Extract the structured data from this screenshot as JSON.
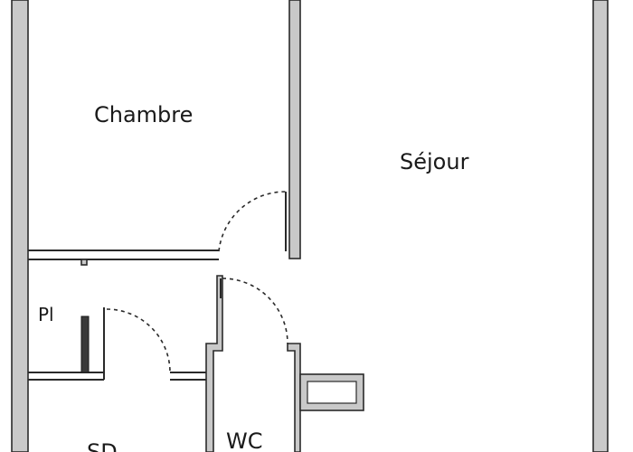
{
  "rooms": {
    "chambre": "Chambre",
    "sejour": "Séjour",
    "placard": "Pl",
    "wc": "WC",
    "sdb": "SD"
  },
  "colors": {
    "wall_fill": "#c9c9c9",
    "wall_stroke": "#2a2a2a",
    "background": "#ffffff"
  }
}
